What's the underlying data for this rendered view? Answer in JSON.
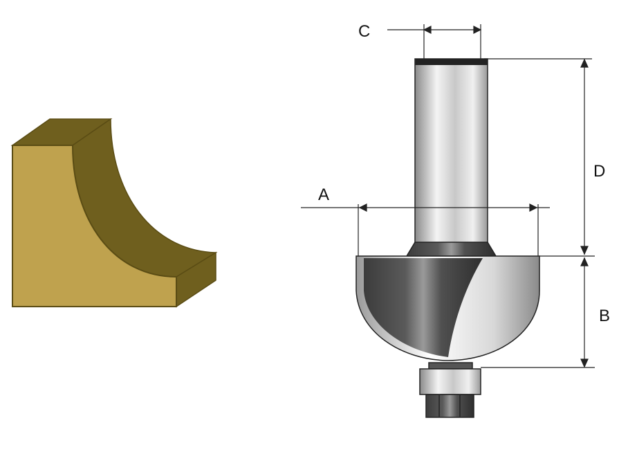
{
  "labels": {
    "a": "A",
    "b": "B",
    "c": "C",
    "d": "D"
  },
  "colors": {
    "profile_front": "#bfa24e",
    "profile_side": "#6f5f1e",
    "profile_edge": "#5a4c14",
    "steel_dark": "#3a3a3a",
    "steel_light": "#e8e8e8"
  }
}
